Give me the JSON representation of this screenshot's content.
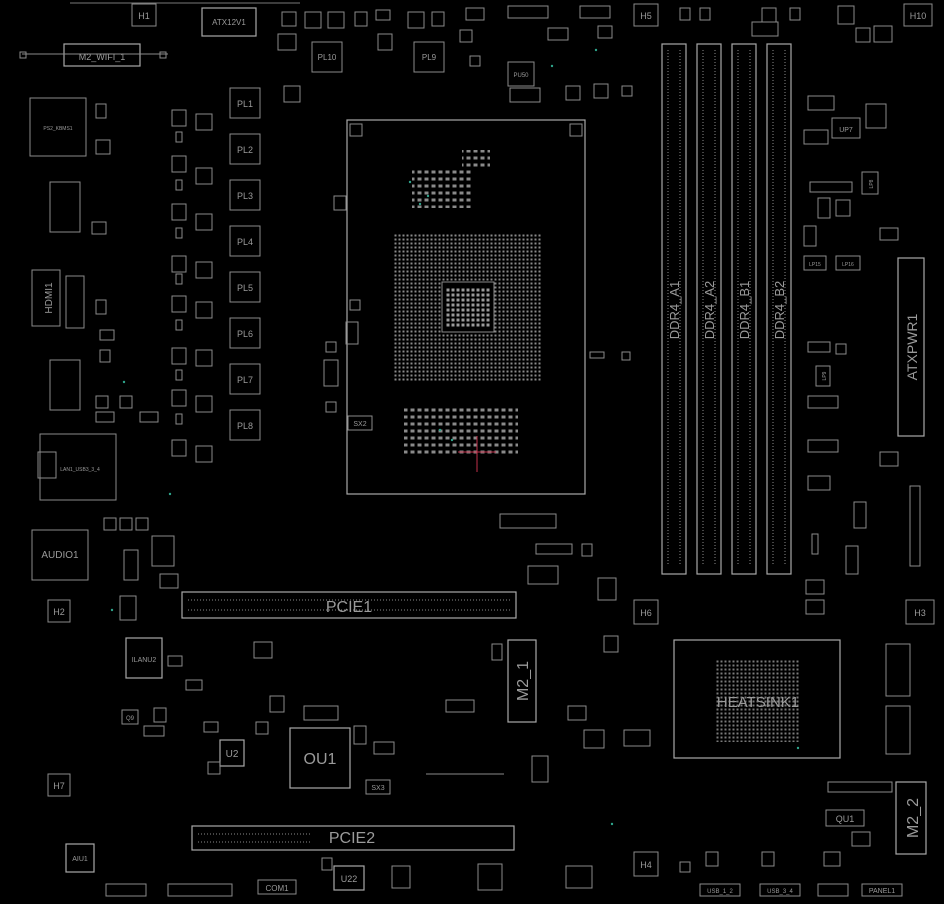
{
  "labels": {
    "h1": "H1",
    "atx12v1": "ATX12V1",
    "h5": "H5",
    "h10": "H10",
    "m2_wifi": "M2_WIFI_1",
    "pl10": "PL10",
    "pl9": "PL9",
    "pu50": "PU50",
    "pl1": "PL1",
    "pl2": "PL2",
    "pl3": "PL3",
    "pl4": "PL4",
    "pl5": "PL5",
    "pl6": "PL6",
    "pl7": "PL7",
    "pl8": "PL8",
    "ps2": "PS2_KBMS1",
    "hdmi": "HDMI1",
    "usb_lan": "LAN1_USB3_3_4",
    "audio": "AUDIO1",
    "sx2": "SX2",
    "sx3": "SX3",
    "ddr_a1": "DDR4_A1",
    "ddr_a2": "DDR4_A2",
    "ddr_b1": "DDR4_B1",
    "ddr_b2": "DDR4_B2",
    "up7": "UP7",
    "lp8": "LP8",
    "lp15": "LP15",
    "lp16": "LP16",
    "lp9": "LP9",
    "atxpwr": "ATXPWR1",
    "h2": "H2",
    "h6": "H6",
    "h3": "H3",
    "pcie1": "PCIE1",
    "ilanu2": "ILANU2",
    "q9": "Q9",
    "m2_1": "M2_1",
    "heatsink": "HEATSINK1",
    "h7": "H7",
    "u2": "U2",
    "ou1": "OU1",
    "m2_2": "M2_2",
    "qu1": "QU1",
    "pcie2": "PCIE2",
    "aiu1": "AIU1",
    "h4": "H4",
    "com1": "COM1",
    "u22": "U22",
    "usb12": "USB_1_2",
    "usb34": "USB_3_4",
    "panel1": "PANEL1"
  },
  "colors": {
    "background": "#000000",
    "outline": "#8a8a8a",
    "label": "#9a9a9a",
    "via": "#2ea38a",
    "cursor": "#c0304a"
  }
}
